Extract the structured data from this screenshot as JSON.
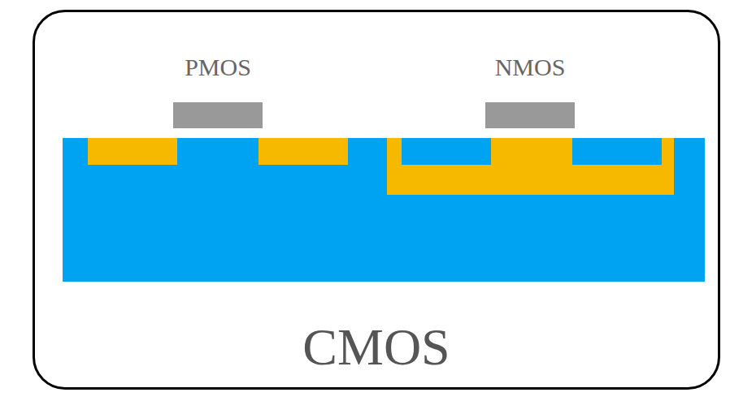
{
  "diagram": {
    "nodes": [
      {
        "text": [
          "CMOS"
        ]
      }
    ],
    "labels": [
      "PMOS",
      "NMOS"
    ]
  }
}
